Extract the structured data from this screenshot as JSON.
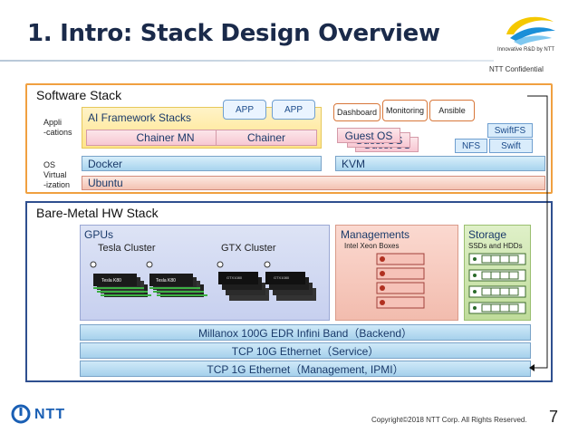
{
  "header": {
    "title": "1. Intro: Stack Design Overview",
    "logo_tagline": "Innovative R&D by NTT",
    "confidential": "NTT Confidential"
  },
  "software": {
    "label": "Software Stack",
    "appli": [
      "Appli",
      "-cations"
    ],
    "os_virt": [
      "OS",
      "Virtual",
      "-ization"
    ],
    "framework_label": "AI Framework Stacks",
    "chainer_mn": "Chainer MN",
    "chainer": "Chainer",
    "app1": "APP",
    "app2": "APP",
    "docker": "Docker",
    "ubuntu": "Ubuntu",
    "tools": [
      "Dashboard",
      "Monitoring",
      "Ansible"
    ],
    "guest_os": [
      "Guest OS",
      "Guest OS",
      "Guest OS"
    ],
    "kvm": "KVM",
    "swiftfs": "SwiftFS",
    "nfs": "NFS",
    "swift": "Swift"
  },
  "hardware": {
    "label": "Bare-Metal HW Stack",
    "gpus": "GPUs",
    "tesla": "Tesla Cluster",
    "gtx": "GTX Cluster",
    "tesla_card": "Tesla K80",
    "gtx_card": "GTX1080",
    "managements": "Managements",
    "intel": "Intel Xeon Boxes",
    "storage": "Storage",
    "ssds": "SSDs and HDDs",
    "net1": "Millanox 100G EDR Infini Band（Backend）",
    "net2": "TCP 10G Ethernet（Service）",
    "net3": "TCP 1G Ethernet（Management, IPMI）"
  },
  "footer": {
    "brand": "NTT",
    "copyright": "Copyright©2018  NTT Corp. All Rights Reserved.",
    "page": "7"
  },
  "colors": {
    "software_border": "#f0a040",
    "hardware_border": "#2f4f8f",
    "accent_blue": "#1a5fb4"
  }
}
